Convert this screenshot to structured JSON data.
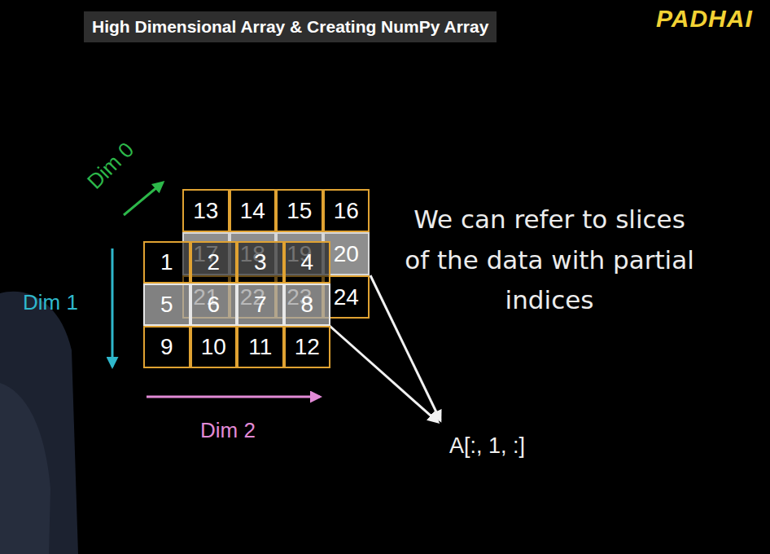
{
  "diagram": {
    "title": "High Dimensional Array & Creating NumPy Array",
    "nodes": [
      {
        "text": [
          "13"
        ]
      },
      {
        "text": [
          "14"
        ]
      },
      {
        "text": [
          "15"
        ]
      },
      {
        "text": [
          "16"
        ]
      },
      {
        "text": [
          "17"
        ]
      },
      {
        "text": [
          "18"
        ]
      },
      {
        "text": [
          "19"
        ]
      },
      {
        "text": [
          "20"
        ]
      },
      {
        "text": [
          "21"
        ]
      },
      {
        "text": [
          "22"
        ]
      },
      {
        "text": [
          "23"
        ]
      },
      {
        "text": [
          "24"
        ]
      },
      {
        "text": [
          "1"
        ]
      },
      {
        "text": [
          "2"
        ]
      },
      {
        "text": [
          "3"
        ]
      },
      {
        "text": [
          "4"
        ]
      },
      {
        "text": [
          "5"
        ]
      },
      {
        "text": [
          "6"
        ]
      },
      {
        "text": [
          "7"
        ]
      },
      {
        "text": [
          "8"
        ]
      },
      {
        "text": [
          "9"
        ]
      },
      {
        "text": [
          "10"
        ]
      },
      {
        "text": [
          "11"
        ]
      },
      {
        "text": [
          "12"
        ]
      }
    ],
    "labels": [
      "PADHAI",
      "Dim 0",
      "Dim 1",
      "Dim 2",
      "We can refer to slices of the data with partial indices",
      "A[:, 1, :]"
    ]
  }
}
